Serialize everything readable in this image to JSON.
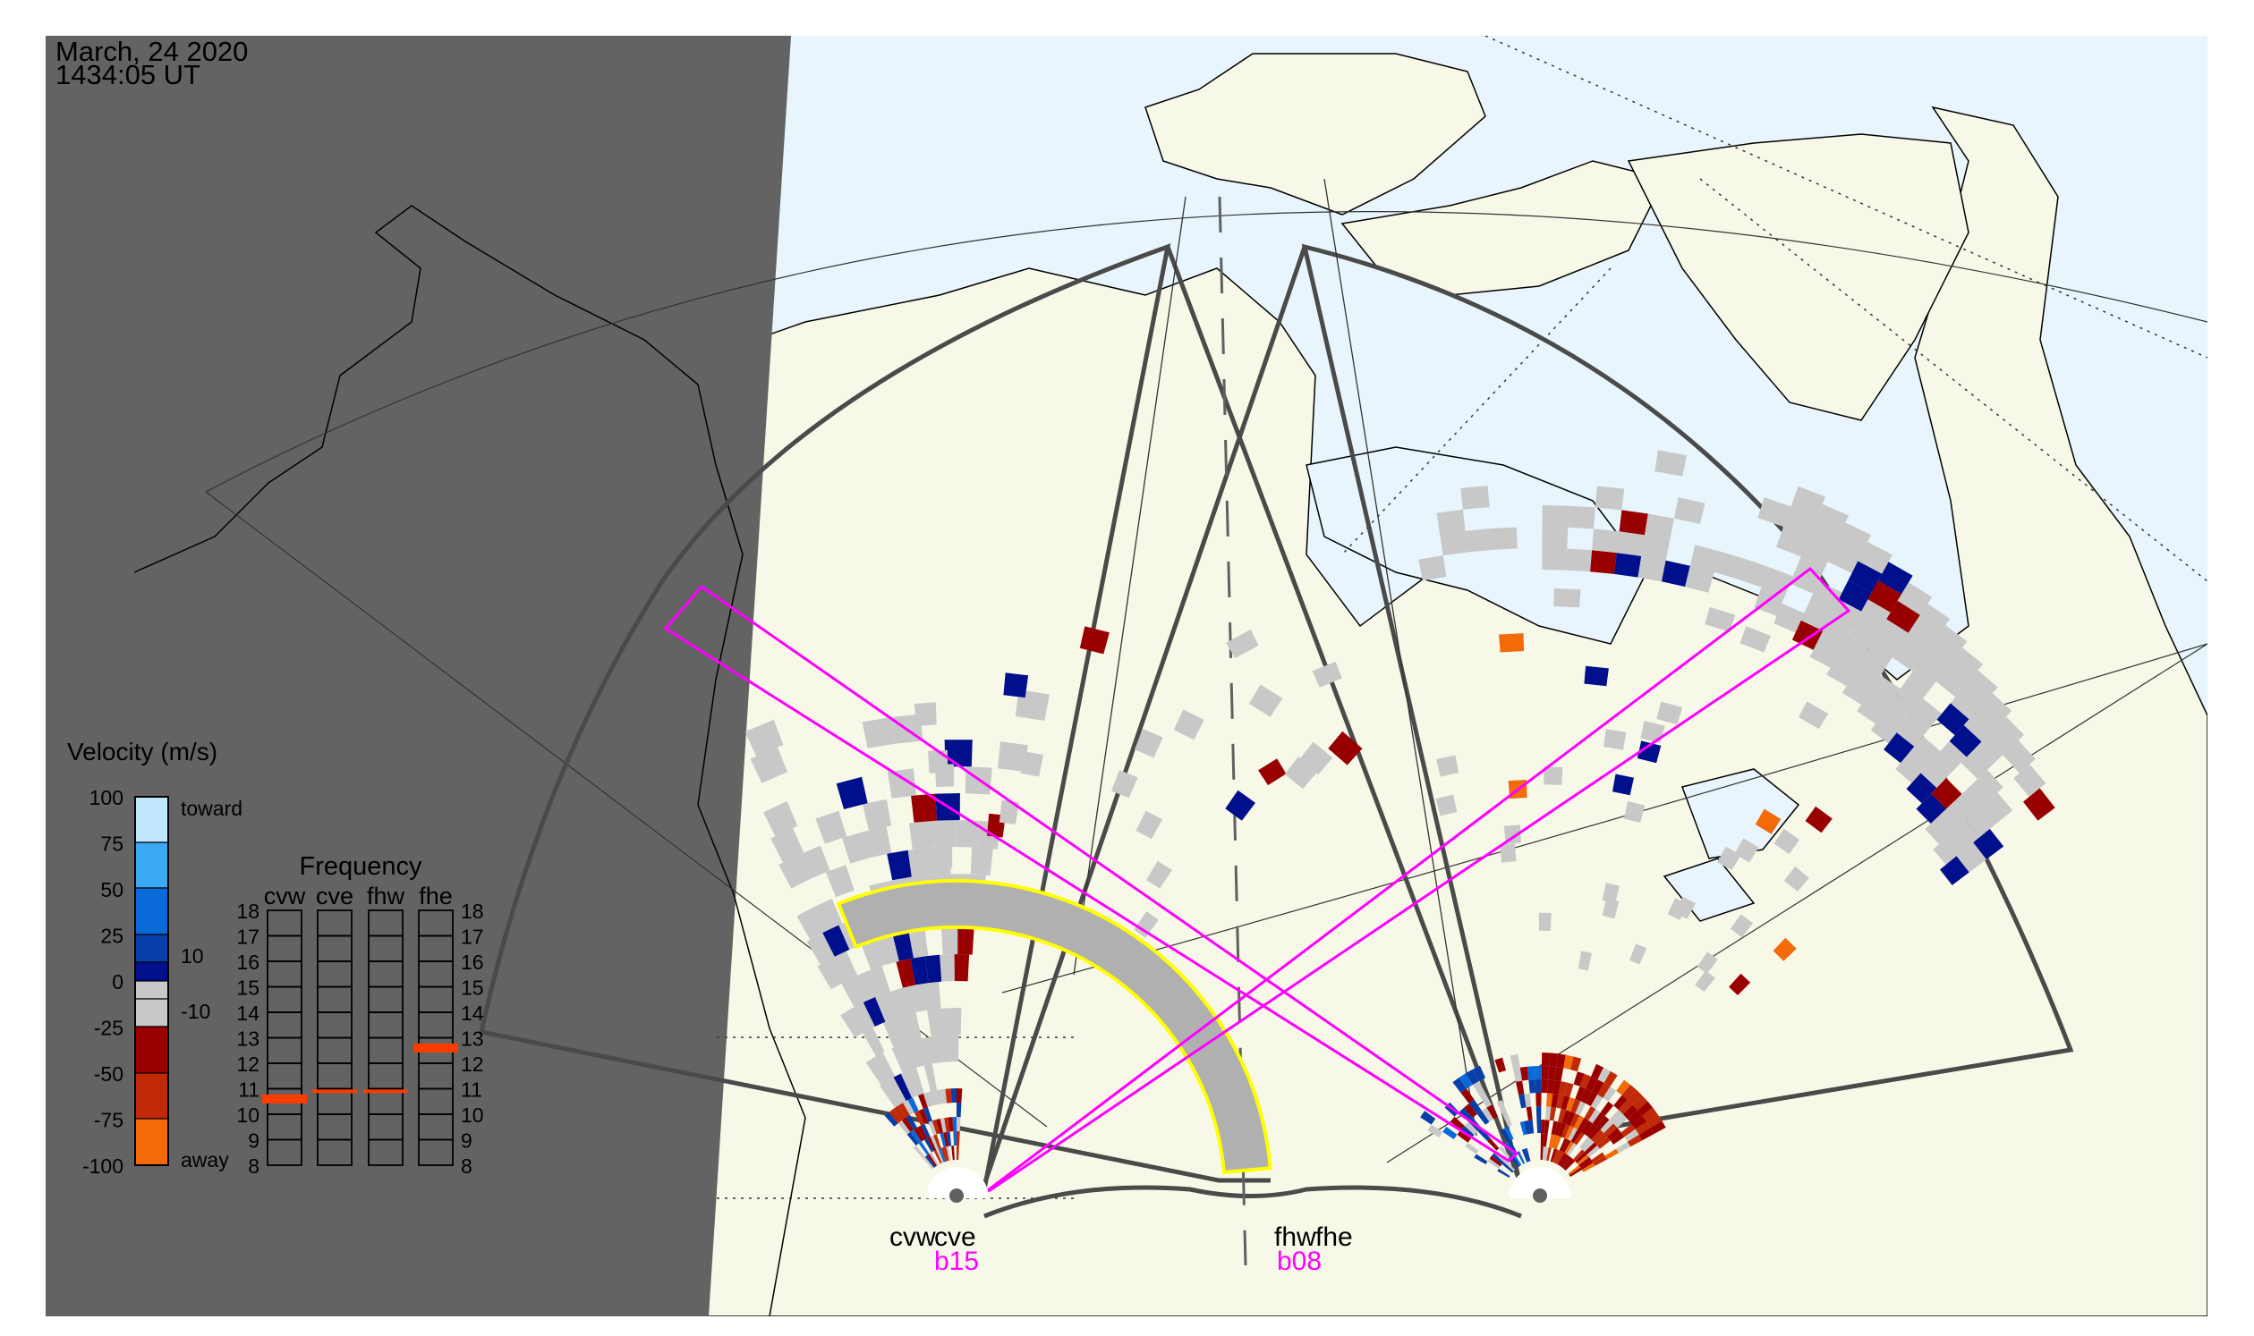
{
  "header": {
    "date": "March, 24 2020",
    "time": "1434:05 UT"
  },
  "velocity_legend": {
    "title": "Velocity (m/s)",
    "ticks": [
      "100",
      "75",
      "50",
      "25",
      "0",
      "-25",
      "-50",
      "-75",
      "-100"
    ],
    "toward_label": "toward",
    "away_label": "away",
    "ground_scatter_upper": "10",
    "ground_scatter_lower": "-10",
    "colors": [
      "#bfe6fb",
      "#3aa8f2",
      "#0a6ad8",
      "#073fa8",
      "#000f8c",
      "#c8c8c8",
      "#c8c8c8",
      "#990000",
      "#c02a08",
      "#f36a0a",
      "#fbc58a"
    ]
  },
  "frequency_panel": {
    "title": "Frequency",
    "columns": [
      "cvw",
      "cve",
      "fhw",
      "fhe"
    ],
    "axis_ticks": [
      "18",
      "17",
      "16",
      "15",
      "14",
      "13",
      "12",
      "11",
      "10",
      "9",
      "8"
    ],
    "values_mhz": {
      "cvw": 10.6,
      "cve": 10.9,
      "fhw": 10.9,
      "fhe": 12.6
    },
    "marker_color": "#ff3c00"
  },
  "radars": [
    {
      "west": "cvw",
      "east": "cve",
      "beam": "b15"
    },
    {
      "west": "fhw",
      "east": "fhe",
      "beam": "b08"
    }
  ],
  "colors": {
    "land": "#f8f8e8",
    "water": "#e8f5fc",
    "night": "#636363",
    "fov": "#4a4a4a",
    "beam": "#ff00ff",
    "highlight": "#ffff00"
  }
}
